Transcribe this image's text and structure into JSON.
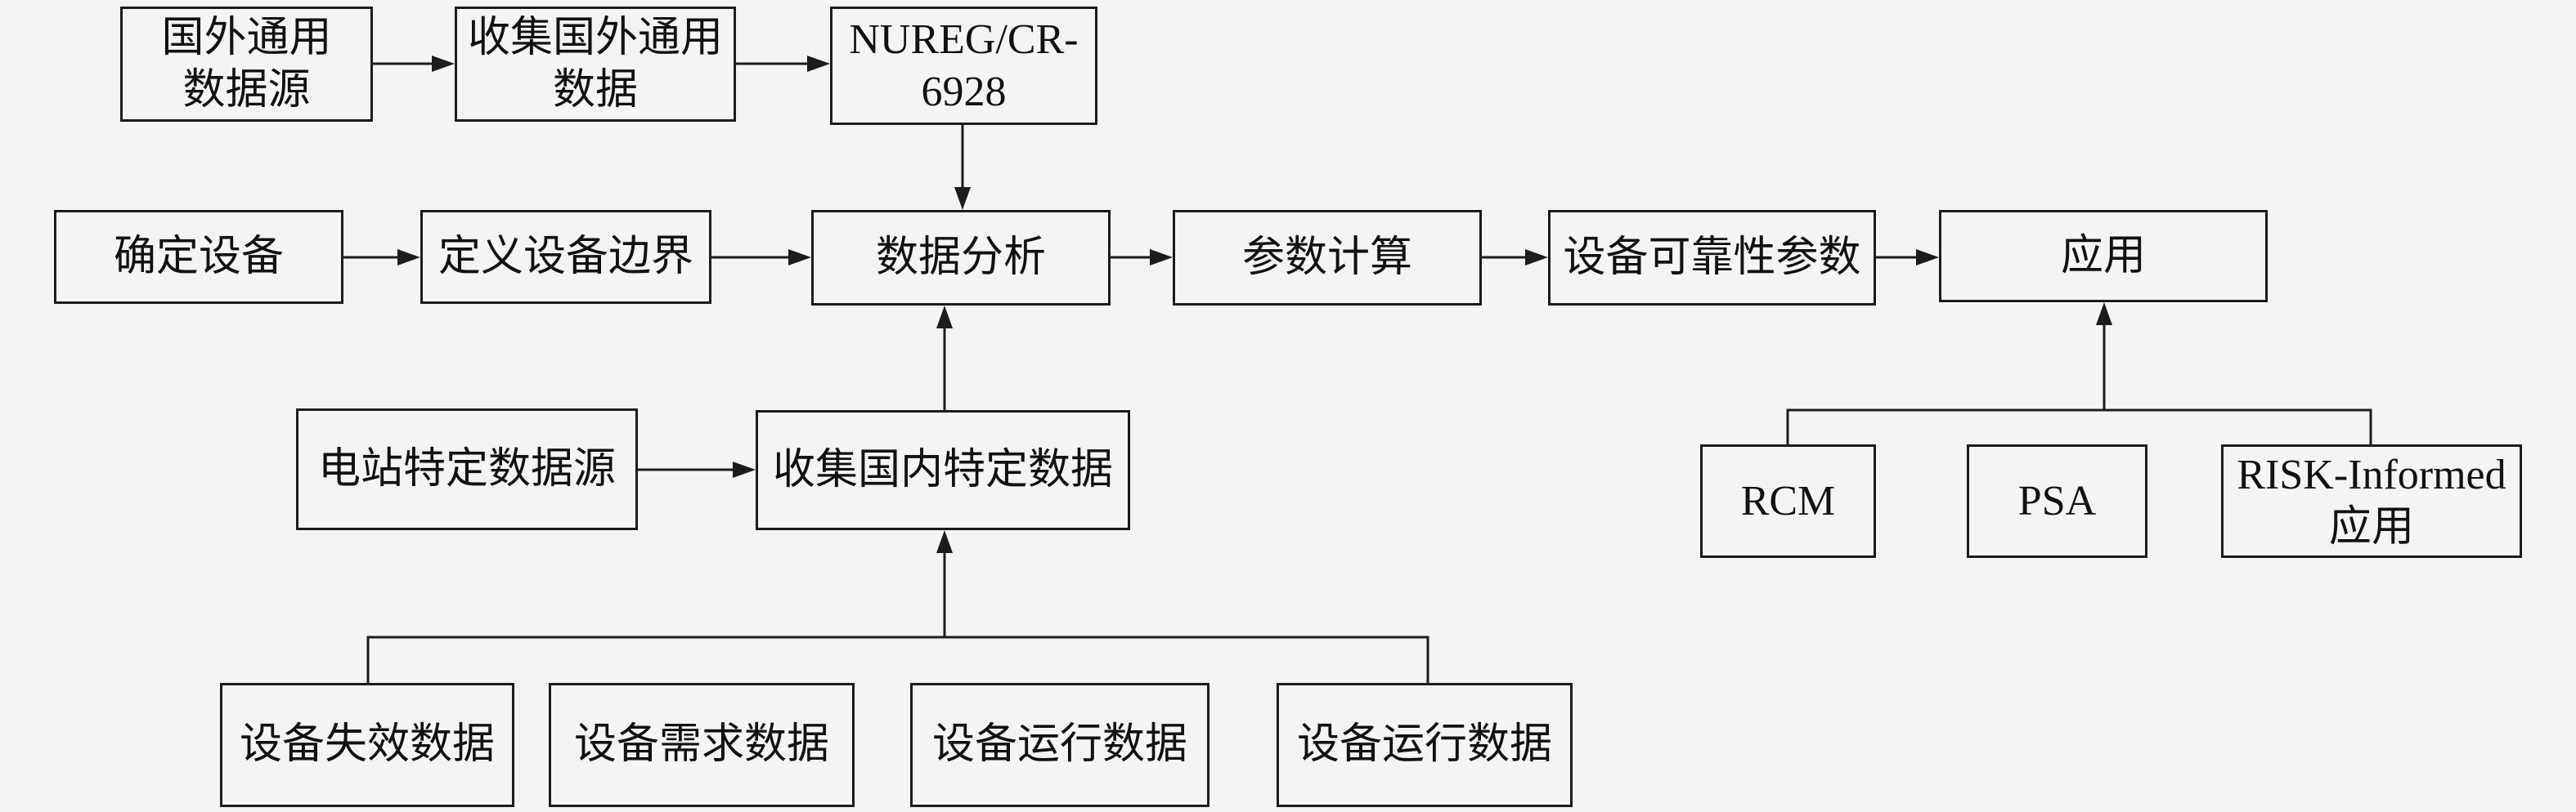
{
  "colors": {
    "background": "#f4f4f4",
    "stroke": "#1c1c1c",
    "text": "#111111"
  },
  "nodes": {
    "foreign_generic_source": {
      "lines": [
        "国外通用",
        "数据源"
      ]
    },
    "collect_foreign_generic": {
      "lines": [
        "收集国外通用",
        "数据"
      ]
    },
    "nureg": {
      "lines": [
        "NUREG/CR-",
        "6928"
      ]
    },
    "identify_equipment": {
      "lines": [
        "确定设备"
      ]
    },
    "define_boundary": {
      "lines": [
        "定义设备边界"
      ]
    },
    "data_analysis": {
      "lines": [
        "数据分析"
      ]
    },
    "parameter_calc": {
      "lines": [
        "参数计算"
      ]
    },
    "reliability_params": {
      "lines": [
        "设备可靠性参数"
      ]
    },
    "application": {
      "lines": [
        "应用"
      ]
    },
    "plant_specific_source": {
      "lines": [
        "电站特定数据源"
      ]
    },
    "collect_domestic_specific": {
      "lines": [
        "收集国内特定数据"
      ]
    },
    "rcm": {
      "lines": [
        "RCM"
      ]
    },
    "psa": {
      "lines": [
        "PSA"
      ]
    },
    "risk_informed": {
      "lines": [
        "RISK-Informed",
        "应用"
      ]
    },
    "failure_data": {
      "lines": [
        "设备失效数据"
      ]
    },
    "demand_data": {
      "lines": [
        "设备需求数据"
      ]
    },
    "operating_data_1": {
      "lines": [
        "设备运行数据"
      ]
    },
    "operating_data_2": {
      "lines": [
        "设备运行数据"
      ]
    }
  }
}
